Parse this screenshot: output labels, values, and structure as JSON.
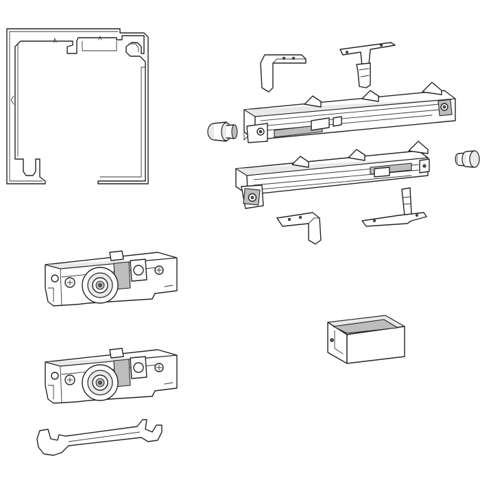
{
  "parts": [
    {
      "id": "aluminium-track-profile"
    },
    {
      "id": "upper-mounting-bracket"
    },
    {
      "id": "upper-t-stopper-bracket"
    },
    {
      "id": "upper-soft-close-damper"
    },
    {
      "id": "left-end-cap"
    },
    {
      "id": "lower-soft-close-damper"
    },
    {
      "id": "right-end-cap"
    },
    {
      "id": "lower-mounting-bracket"
    },
    {
      "id": "lower-t-stopper-bracket"
    },
    {
      "id": "roller-carriage"
    },
    {
      "id": "roller-carriage"
    },
    {
      "id": "floor-guide"
    },
    {
      "id": "wrench"
    }
  ]
}
